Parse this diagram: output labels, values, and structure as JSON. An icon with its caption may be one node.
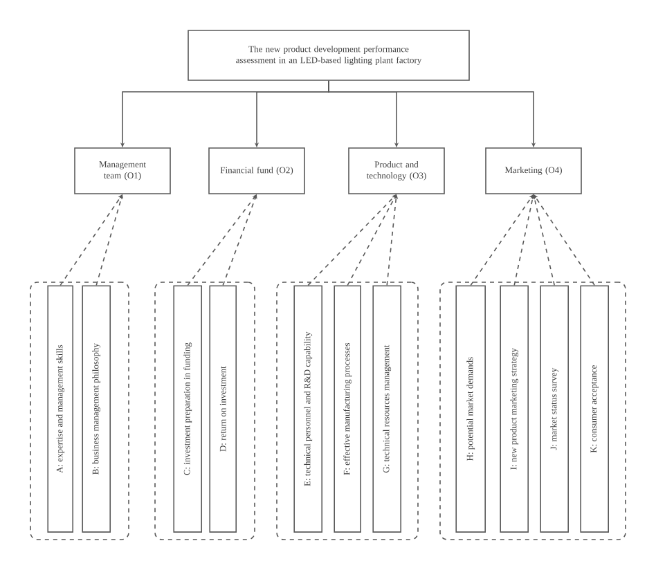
{
  "diagram": {
    "nodes": [
      {
        "text": [
          "The new product development performance assessment in an LED-based lighting plant factory"
        ]
      },
      {
        "text": [
          "Management team (O1)"
        ]
      },
      {
        "text": [
          "Financial fund (O2)"
        ]
      },
      {
        "text": [
          "Product and technology (O3)"
        ]
      },
      {
        "text": [
          "Marketing (O4)"
        ]
      },
      {
        "text": [],
        "shape": "box"
      },
      {
        "text": [],
        "shape": "box"
      },
      {
        "text": [],
        "shape": "box"
      },
      {
        "text": [],
        "shape": "box"
      },
      {
        "text": [
          "A: expertise and management skills"
        ],
        "in": 5
      },
      {
        "text": [
          "B: business management philosophy"
        ],
        "in": 5
      },
      {
        "text": [
          "C: investment preparation in funding"
        ],
        "in": 6
      },
      {
        "text": [
          "D: return on investment"
        ],
        "in": 6
      },
      {
        "text": [
          "E: technical personnel and R&D capability"
        ],
        "in": 7
      },
      {
        "text": [
          "F: effective manufacturing processes"
        ],
        "in": 7
      },
      {
        "text": [
          "G: technical resources management"
        ],
        "in": 7
      },
      {
        "text": [
          "H: potential market demands"
        ],
        "in": 8
      },
      {
        "text": [
          "I: new product marketing strategy"
        ],
        "in": 8
      },
      {
        "text": [
          "J: market status survey"
        ],
        "in": 8
      },
      {
        "text": [
          "K: consumer acceptance"
        ],
        "in": 8
      }
    ],
    "edges": [
      {
        "from": 0,
        "to": 1,
        "arrow": "to"
      },
      {
        "from": 0,
        "to": 2,
        "arrow": "to"
      },
      {
        "from": 0,
        "to": 3,
        "arrow": "to"
      },
      {
        "from": 0,
        "to": 4,
        "arrow": "to"
      },
      {
        "from": 9,
        "to": 1,
        "arrow": "to",
        "style": "dashed"
      },
      {
        "from": 10,
        "to": 1,
        "arrow": "to",
        "style": "dashed"
      },
      {
        "from": 11,
        "to": 2,
        "arrow": "to",
        "style": "dashed"
      },
      {
        "from": 12,
        "to": 2,
        "arrow": "to",
        "style": "dashed"
      },
      {
        "from": 13,
        "to": 3,
        "arrow": "to",
        "style": "dashed"
      },
      {
        "from": 14,
        "to": 3,
        "arrow": "to",
        "style": "dashed"
      },
      {
        "from": 15,
        "to": 3,
        "arrow": "to",
        "style": "dashed"
      },
      {
        "from": 16,
        "to": 4,
        "arrow": "to",
        "style": "dashed"
      },
      {
        "from": 17,
        "to": 4,
        "arrow": "to",
        "style": "dashed"
      },
      {
        "from": 18,
        "to": 4,
        "arrow": "to",
        "style": "dashed"
      },
      {
        "from": 19,
        "to": 4,
        "arrow": "to",
        "style": "dashed"
      }
    ]
  }
}
